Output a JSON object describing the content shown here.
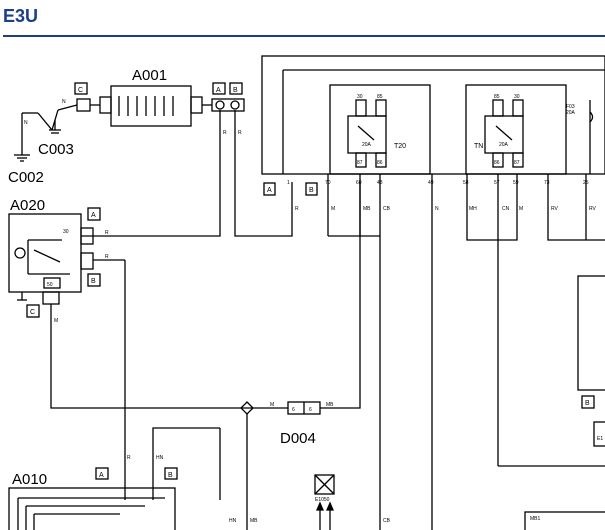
{
  "header": {
    "title": "E3U",
    "accent": "#1b3f8a"
  },
  "components": {
    "a001": "A001",
    "a020": "A020",
    "a010": "A010",
    "c002": "C002",
    "c003": "C003",
    "d004": "D004",
    "e1050": "E1050",
    "t20": "T20",
    "tn": "TN",
    "f03": "F03",
    "f03_rating": "20A",
    "mb1": "MB1",
    "e1": "E1"
  },
  "connectors": {
    "a": "A",
    "b": "B",
    "c": "C"
  },
  "relay_pins": {
    "p30": "30",
    "p85": "85",
    "p87": "87",
    "p86": "86",
    "rating": "20A"
  },
  "pins": {
    "p1": "1",
    "p70": "70",
    "p60": "60",
    "p48": "48",
    "p49": "49",
    "p58": "58",
    "p57": "57",
    "p59": "59",
    "p73": "73",
    "p25": "25",
    "d6a": "6",
    "d6b": "6",
    "a20_30": "30",
    "a20_50": "50"
  },
  "wires": {
    "n": "N",
    "r": "R",
    "m": "M",
    "mb": "MB",
    "cb": "CB",
    "mh": "MH",
    "cn": "CN",
    "rv": "RV",
    "hn": "HN"
  }
}
